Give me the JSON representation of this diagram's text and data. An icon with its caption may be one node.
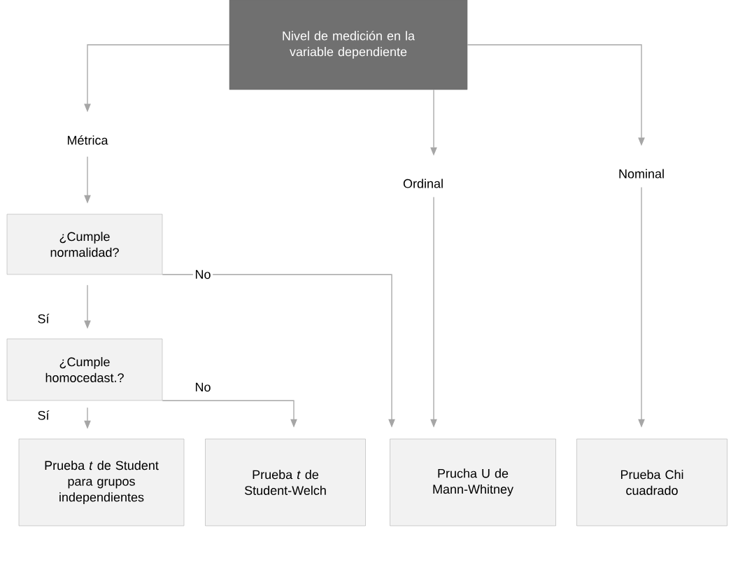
{
  "diagram": {
    "nodes": [
      {
        "text": [
          "Nivel de medición en la variable dependiente"
        ]
      },
      {
        "text": [
          "Métrica"
        ]
      },
      {
        "text": [
          "Ordinal"
        ]
      },
      {
        "text": [
          "Nominal"
        ]
      },
      {
        "text": [
          "¿Cumple normalidad?"
        ]
      },
      {
        "text": [
          "¿Cumple homocedast.?"
        ]
      },
      {
        "text": [
          "Prueba *t* de Student para grupos independientes"
        ]
      },
      {
        "text": [
          "Prueba *t* de Student-Welch"
        ]
      },
      {
        "text": [
          "Prucha U de Mann-Whitney"
        ]
      },
      {
        "text": [
          "Prueba Chi cuadrado"
        ]
      }
    ],
    "edges": [
      {
        "from": 0,
        "to": 1,
        "arrow": "to"
      },
      {
        "from": 0,
        "to": 2,
        "arrow": "to"
      },
      {
        "from": 0,
        "to": 3,
        "arrow": "to"
      },
      {
        "from": 1,
        "to": 4,
        "arrow": "to"
      },
      {
        "from": 4,
        "to": 5,
        "arrow": "to",
        "label": "Sí"
      },
      {
        "from": 4,
        "to": 8,
        "arrow": "to",
        "label": "No"
      },
      {
        "from": 2,
        "to": 8,
        "arrow": "to"
      },
      {
        "from": 3,
        "to": 9,
        "arrow": "to"
      },
      {
        "from": 5,
        "to": 6,
        "arrow": "to",
        "label": "Sí"
      },
      {
        "from": 5,
        "to": 7,
        "arrow": "to",
        "label": "No"
      }
    ]
  }
}
